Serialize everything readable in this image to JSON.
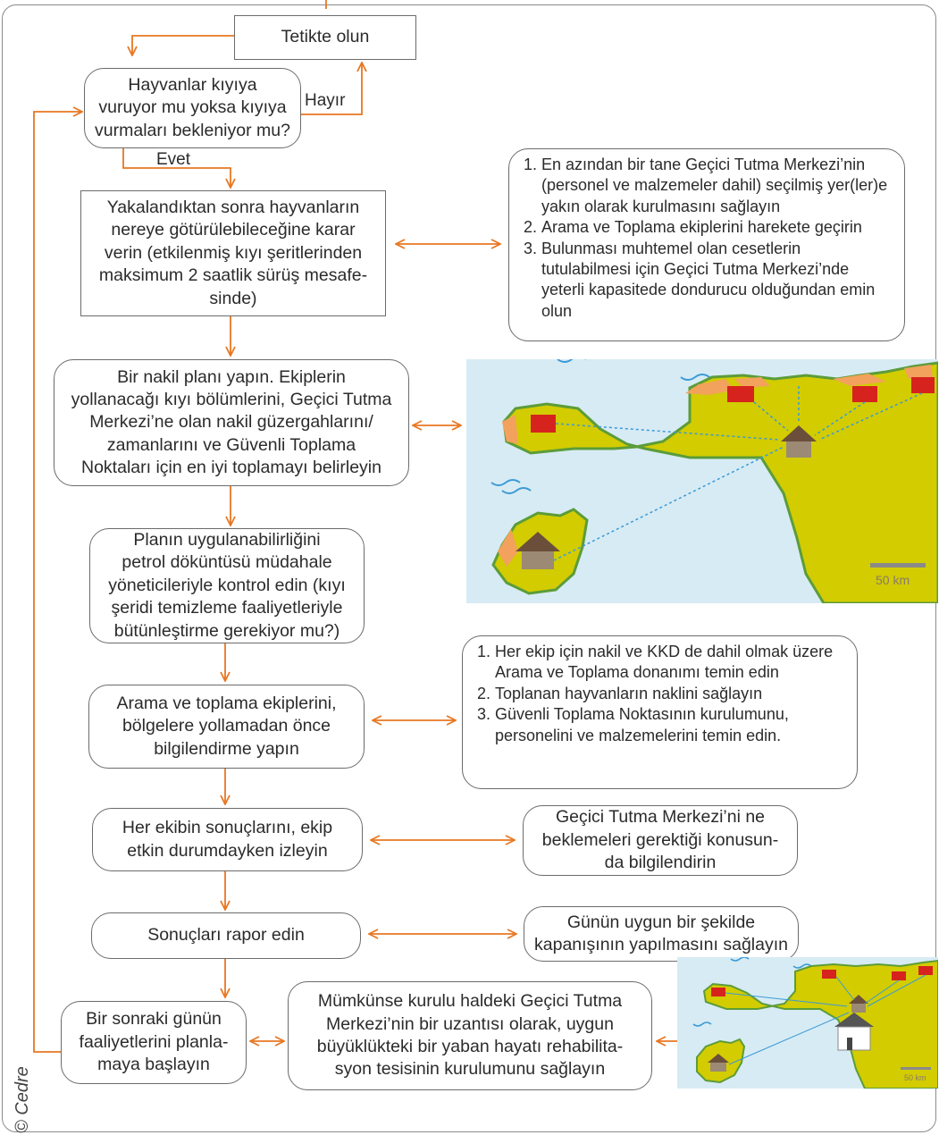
{
  "colors": {
    "arrow": "#e87722",
    "border": "#6b6b6b",
    "sea": "#d7ebf4",
    "land": "#d2cc00",
    "shore": "#5c9c3a",
    "container": "#d6231d",
    "house": "#8a7a6a"
  },
  "credit": "© Cedre",
  "labels": {
    "no": "Hayır",
    "yes": "Evet"
  },
  "boxes": {
    "alert": "Tetikte olun",
    "question": [
      "Hayvanlar kıyıya",
      "vuruyor mu yoksa kıyıya",
      "vurmaları bekleniyor mu?"
    ],
    "decide": [
      "Yakalandıktan sonra hayvanların",
      "nereye götürülebileceğine karar",
      "verin (etkilenmiş kıyı şeritlerinden",
      "maksimum 2 saatlik sürüş mesafe-",
      "sinde)"
    ],
    "transport": [
      "Bir nakil planı yapın. Ekiplerin",
      "yollanacağı kıyı bölümlerini, Geçici Tutma",
      "Merkezi’ne olan nakil güzergahlarını/",
      "zamanlarını ve Güvenli Toplama",
      "Noktaları için en iyi toplamayı belirleyin"
    ],
    "feasibility": [
      "Planın uygulanabilirliğini",
      "petrol döküntüsü müdahale",
      "yöneticileriyle kontrol edin (kıyı",
      "şeridi temizleme faaliyetleriyle",
      "bütünleştirme gerekiyor mu?)"
    ],
    "brief": [
      "Arama ve toplama ekiplerini,",
      "bölgelere yollamadan önce",
      "bilgilendirme yapın"
    ],
    "monitor": [
      "Her ekibin sonuçlarını, ekip",
      "etkin durumdayken izleyin"
    ],
    "report": "Sonuçları rapor edin",
    "next_day": [
      "Bir sonraki günün",
      "faaliyetlerini planla-",
      "maya başlayın"
    ],
    "rehab": [
      "Mümkünse kurulu haldeki Geçici Tutma",
      "Merkezi’nin bir uzantısı olarak, uygun",
      "büyüklükteki bir yaban hayatı rehabilita-",
      "syon tesisinin kurulumunu sağlayın"
    ],
    "inform": [
      "Geçici Tutma Merkezi’ni ne",
      "beklemeleri gerektiği konusun-",
      "da bilgilendirin"
    ],
    "closing": [
      "Günün uygun bir şekilde",
      "kapanışının yapılmasını sağlayın"
    ]
  },
  "lists": {
    "setup": [
      "En azından bir tane Geçici Tutma Merkezi’nin (personel ve malzemeler dahil) seçilmiş yer(ler)e yakın olarak kurulmasını sağlayın",
      "Arama ve Toplama ekiplerini harekete geçirin",
      "Bulunması muhtemel olan cesetlerin tutulabilmesi için Geçici Tutma Merkezi’nde yeterli kapasitede dondurucu olduğundan emin olun"
    ],
    "equip": [
      "Her ekip için nakil ve KKD de dahil olmak üzere Arama ve Toplama donanımı temin edin",
      "Toplanan hayvanların naklini sağlayın",
      "Güvenli Toplama Noktasının kurulumunu, personelini ve malzemelerini temin edin."
    ]
  },
  "maps": {
    "scale_label": "50 km"
  }
}
